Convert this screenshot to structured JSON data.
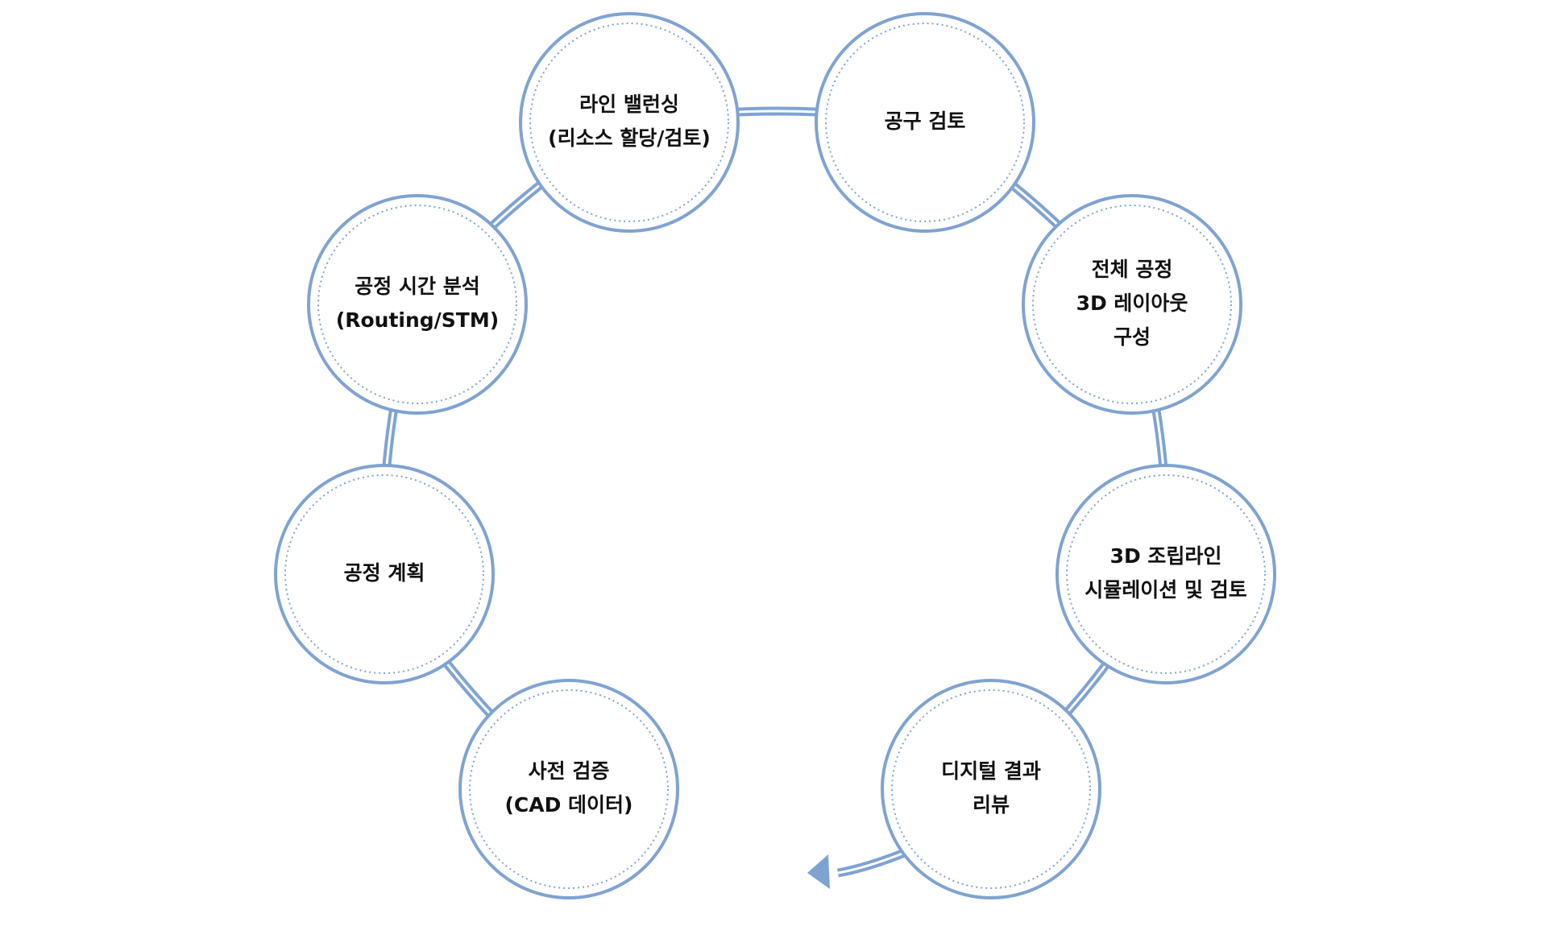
{
  "colors": {
    "ring": "#7fa3d1",
    "connector": "#7fa3d1",
    "text": "#111111",
    "background": "#ffffff"
  },
  "steps": [
    {
      "id": "process-planning",
      "lines": [
        "공정 계획"
      ]
    },
    {
      "id": "process-time-analysis",
      "lines": [
        "공정 시간 분석",
        "(Routing/STM)"
      ]
    },
    {
      "id": "line-balancing",
      "lines": [
        "라인 밸런싱",
        "(리소스 할당/검토)"
      ]
    },
    {
      "id": "tool-review",
      "lines": [
        "공구 검토"
      ]
    },
    {
      "id": "full-process-3d-layout",
      "lines": [
        "전체 공정",
        "3D 레이아웃",
        "구성"
      ]
    },
    {
      "id": "3d-assembly-line-simulation",
      "lines": [
        "3D 조립라인",
        "시뮬레이션 및 검토"
      ]
    },
    {
      "id": "digital-result-review",
      "lines": [
        "디지털 결과",
        "리뷰"
      ]
    },
    {
      "id": "pre-verification",
      "lines": [
        "사전 검증",
        "(CAD 데이터)"
      ]
    }
  ]
}
